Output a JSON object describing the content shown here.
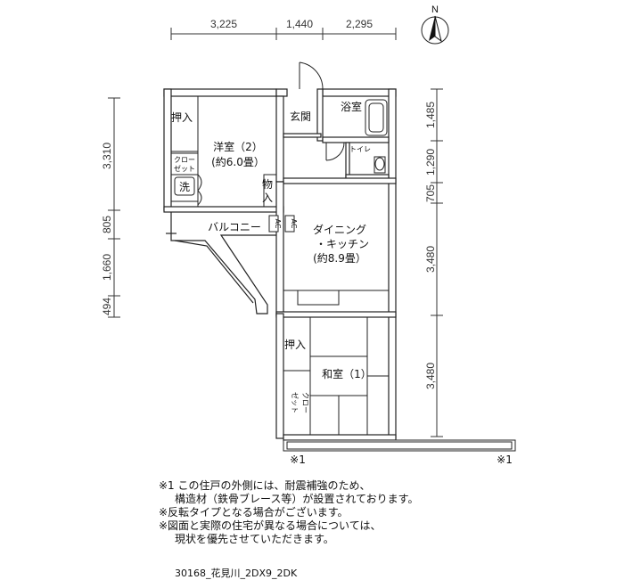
{
  "dimensions": {
    "top": [
      "3,225",
      "1,440",
      "2,295"
    ],
    "left": [
      "3,310",
      "805",
      "1,660",
      "494"
    ],
    "right": [
      "1,485",
      "1,290",
      "705",
      "3,480",
      "3,480"
    ]
  },
  "compass": {
    "label": "N"
  },
  "rooms": {
    "oshiire_top": "押入",
    "youshitsu_line1": "洋室（2）",
    "youshitsu_line2": "(約6.0畳）",
    "closet_top_line1": "クロー",
    "closet_top_line2": "ゼット",
    "washer": "洗",
    "genkan": "玄関",
    "bath": "浴室",
    "toilet": "トイレ",
    "monoire_line1": "物",
    "monoire_line2": "入",
    "balcony": "バルコニー",
    "ac1": "AC",
    "ac2": "AC",
    "dk_line1": "ダイニング",
    "dk_line2": "・キッチン",
    "dk_line3": "(約8.9畳）",
    "oshiire_bottom": "押入",
    "washitsu": "和室（1）",
    "closet_bottom_line1": "クロー",
    "closet_bottom_line2": "ゼット"
  },
  "markers": {
    "left": "※1",
    "right": "※1"
  },
  "notes": {
    "n1_line1": "※1  この住戸の外側には、耐震補強のため、",
    "n1_line2": "構造材（鉄骨ブレース等）が設置されております。",
    "n2": "※反転タイプとなる場合がございます。",
    "n3_line1": "※図面と実際の住宅が異なる場合については、",
    "n3_line2": "現状を優先させていただきます。"
  },
  "plan_code": "30168_花見川_2DX9_2DK"
}
